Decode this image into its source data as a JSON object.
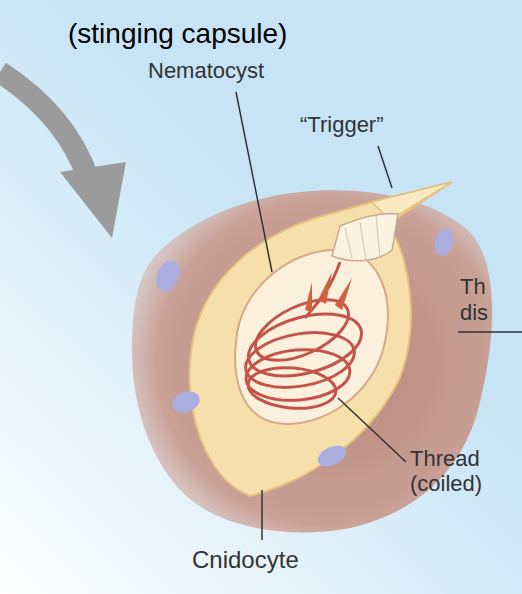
{
  "diagram": {
    "labels": [
      "(stinging capsule)",
      "Nematocyst",
      "“Trigger”",
      "Th",
      "dis",
      "Thread (coiled)",
      "Cnidocyte"
    ]
  }
}
